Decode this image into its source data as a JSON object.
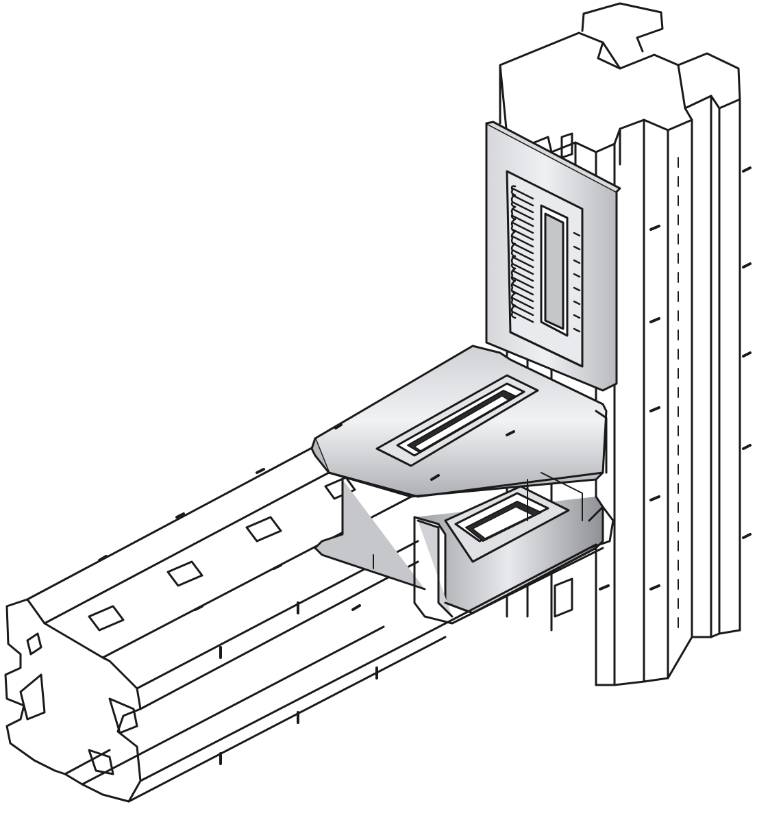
{
  "illustration": {
    "subject": "",
    "parts": [
      {
        "id": "vertical-post",
        "kind": "strut channel (vertical)"
      },
      {
        "id": "horizontal-beam",
        "kind": "strut channel (horizontal)"
      },
      {
        "id": "angle-connector",
        "kind": "90° angle bracket with slotted flanges"
      }
    ]
  },
  "colors": {
    "background": "#ffffff",
    "outline": "#1a1a1a",
    "metal_light": "#e6e7ea",
    "metal_mid": "#c9cbcf",
    "metal_dark": "#9c9ea3",
    "slot_dark": "#2a2a2a"
  }
}
